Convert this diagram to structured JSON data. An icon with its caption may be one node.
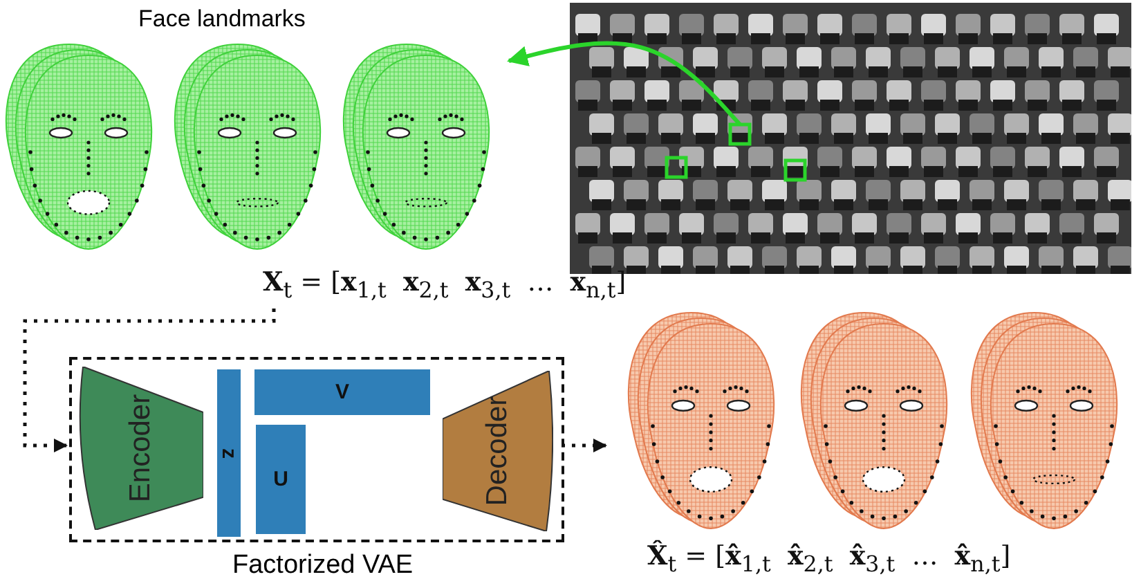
{
  "diagram": {
    "nodes": [
      {
        "text": [],
        "shape": "picture"
      },
      {
        "text": [
          "Face landmarks"
        ]
      },
      {
        "text": [
          "**X**$_{t}$ = [**x**$_{1,t}$  **x**$_{2,t}$  **x**$_{3,t}$  …  **x**$_{n,t}$]"
        ]
      },
      {
        "text": [
          "Factorized VAE"
        ]
      },
      {
        "text": [
          "Encoder"
        ],
        "in": 3
      },
      {
        "text": [
          "z"
        ],
        "in": 3
      },
      {
        "text": [
          "V"
        ],
        "in": 3
      },
      {
        "text": [
          "U"
        ],
        "in": 3
      },
      {
        "text": [
          "Decoder"
        ],
        "in": 3
      },
      {
        "text": [],
        "shape": "picture"
      }
    ],
    "edges": [
      {
        "from": 0,
        "to": 1,
        "arrow": "to",
        "color": "#2bd42b"
      },
      {
        "from": 2,
        "to": 3,
        "arrow": "to",
        "style": "dashed"
      },
      {
        "from": 3,
        "to": 9,
        "arrow": "to",
        "style": "dashed"
      }
    ],
    "labels": [
      "**X̂**$_{t}$ = [**x̂**$_{1,t}$  **x̂**$_{2,t}$  **x̂**$_{3,t}$  …  **x̂**$_{n,t}$]"
    ]
  }
}
